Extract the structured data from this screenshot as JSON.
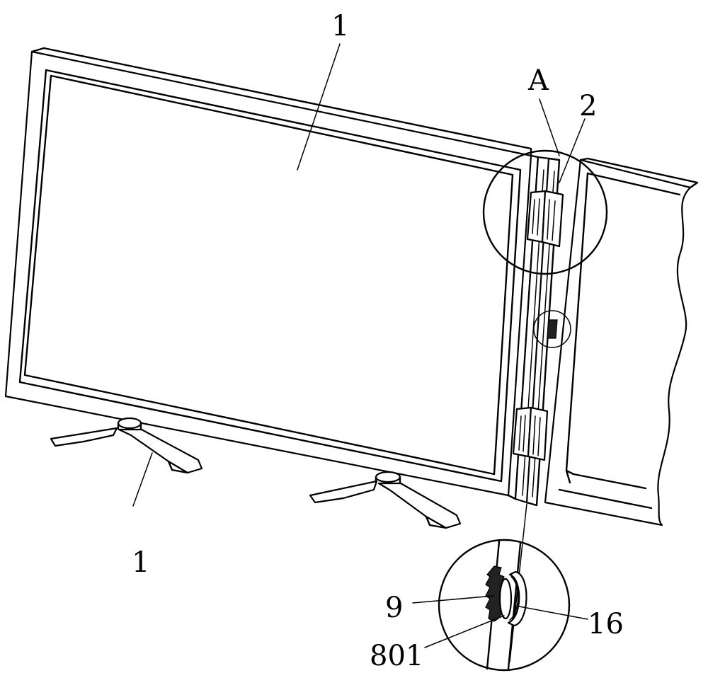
{
  "labels": {
    "screen": "1",
    "stand": "1",
    "detail": "A",
    "panel": "2",
    "gear": "9",
    "hub": "801",
    "wheel": "16"
  },
  "colors": {
    "stroke": "#000000",
    "background": "#ffffff"
  }
}
